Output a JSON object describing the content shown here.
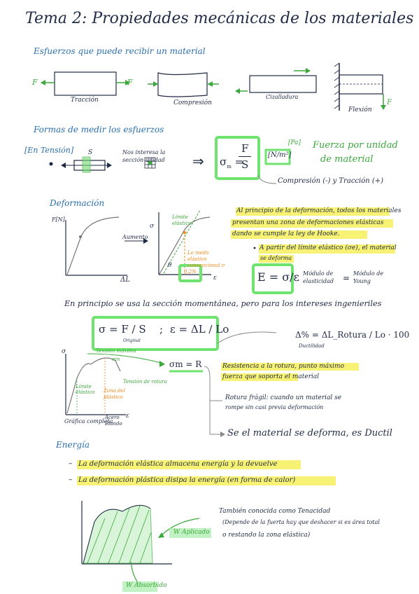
{
  "title": "Tema 2: Propiedades mecánicas de los materiales",
  "s1": {
    "heading": "Esfuerzos que puede recibir un material",
    "labels": {
      "traccion": "Tracción",
      "compresion": "Compresión",
      "cizalladura": "Cizalladura",
      "flexion": "Flexión",
      "F": "F"
    }
  },
  "s2": {
    "heading": "Formas de medir los esfuerzos",
    "bracket": "[En Tensión]",
    "s_label": "S",
    "area_note": "Nos interesa la sección unidad",
    "formula_sigma": "σ",
    "formula_sub": "m",
    "formula_F": "F",
    "formula_S": "S",
    "units": "[N/m²]",
    "pa": "[Pa]",
    "desc1": "Fuerza por unidad",
    "desc2": "de material",
    "sign": "Compresión (-) y Tracción (+)"
  },
  "s3": {
    "heading": "Deformación",
    "axis_F": "F[N]",
    "axis_dL": "ΔL",
    "arrow_label": "Aumento",
    "axis_sigma": "σ",
    "axis_e": "ε",
    "limite": "Límite elástico",
    "lomed": "Lo medo elástico convencional σ",
    "pct": "0,2%",
    "theta": "θ",
    "text1": "Al principio de la deformación, todos los materiales",
    "text2": "presentan una zona de deformaciones elásticas",
    "text3": "dando se cumple la ley de Hooke.",
    "bullet1a": "A partir del límite elástico (σe), el material",
    "bullet1b": "se deforma",
    "E_eq": "E = σ/ε",
    "modulo": "Módulo de elasticidad",
    "eq": "=",
    "young": "Módulo de Young"
  },
  "s4": {
    "line": "En principio se usa la sección momentánea, pero para los intereses ingenieriles",
    "formula1": "σ = F / S",
    "formula1_sub": "Original",
    "semicolon": ";",
    "formula2": "ε = ΔL / Lo",
    "ductilidad": "Δ% = ΔL_Rotura / Lo · 100",
    "ductilidad_label": "Ductilidad"
  },
  "s5": {
    "axis_sigma": "σ",
    "axis_e": "ε",
    "tension_max": "Tensión máxima",
    "sigma_max": "σm",
    "tension_rot": "Tensión de rotura",
    "limite": "Límite elástico",
    "zona": "Zona del plástico",
    "grafica": "Gráfica completa",
    "acero": "Acero Blando",
    "sigma_R": "σm = R",
    "resistencia1": "Resistencia a la rotura, punto máximo",
    "resistencia2": "fuerza que soporta el material",
    "fragil1": "Rotura frágil: cuando un material se",
    "fragil2": "rompe sin casi previa deformación",
    "ductil": "Se el material se deforma, es Ductil"
  },
  "s6": {
    "heading": "Energía",
    "line1": "La deformación elástica almacena energía y la devuelve",
    "line2": "La deformación plástica disipa la energía (en forma de calor)",
    "w_aplicada": "W Aplicado",
    "w_absorbida": "W Absorbido",
    "tenacidad1": "También conocida como Tenacidad",
    "tenacidad2": "(Depende de la fuerta hay que deshacer si es área total",
    "tenacidad3": "o restando la zona elástica)"
  }
}
